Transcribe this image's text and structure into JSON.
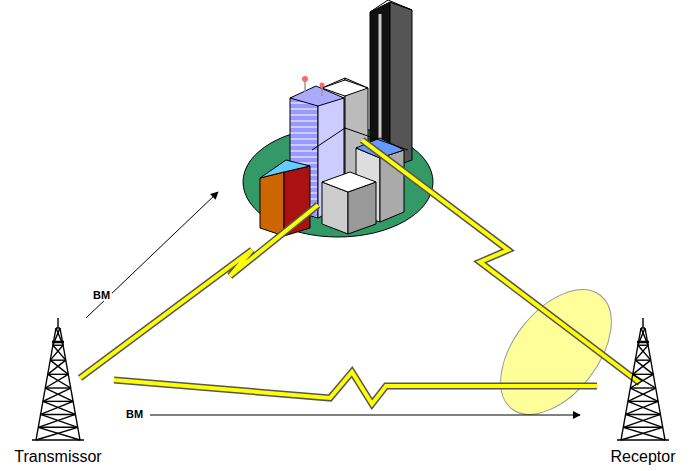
{
  "diagram": {
    "nodes": [
      {
        "text": [
          "Transmissor"
        ]
      },
      {
        "text": [
          "Receptor"
        ]
      }
    ],
    "edges": [
      {
        "from": 0,
        "to": 1,
        "arrow": "none"
      }
    ],
    "labels": [
      "BM",
      "BM"
    ]
  }
}
